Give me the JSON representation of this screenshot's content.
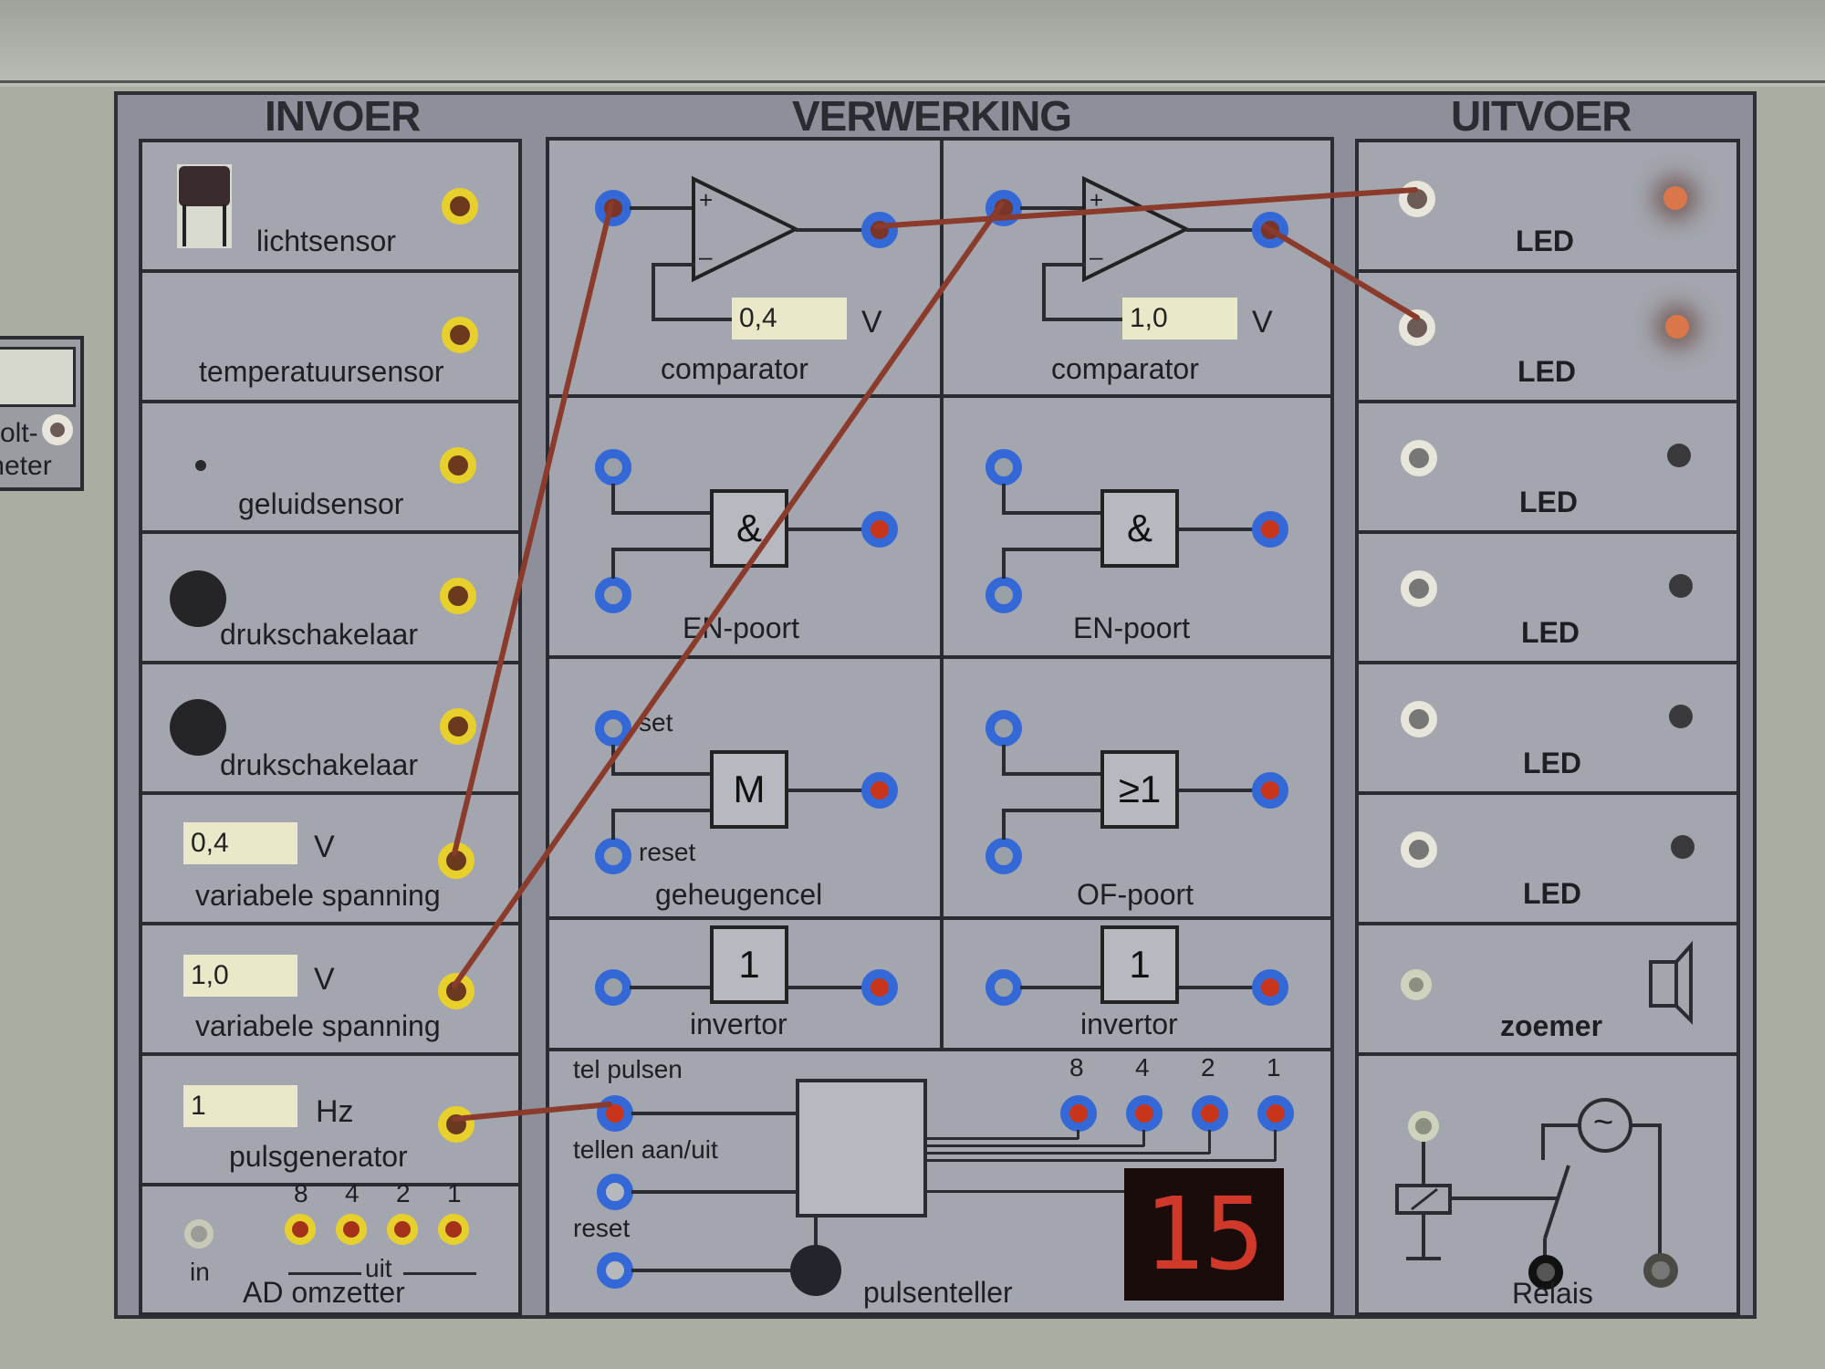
{
  "sections": {
    "input": "INVOER",
    "processing": "VERWERKING",
    "output": "UITVOER"
  },
  "side_meter": {
    "label_line1": "olt-",
    "label_line2": "meter"
  },
  "inputs": [
    {
      "label": "lichtsensor"
    },
    {
      "label": "temperatuursensor"
    },
    {
      "label": "geluidsensor"
    },
    {
      "label": "drukschakelaar"
    },
    {
      "label": "drukschakelaar"
    },
    {
      "label": "variabele spanning",
      "value": "0,4",
      "unit": "V"
    },
    {
      "label": "variabele spanning",
      "value": "1,0",
      "unit": "V"
    },
    {
      "label": "pulsgenerator",
      "value": "1",
      "unit": "Hz"
    }
  ],
  "ad_converter": {
    "label": "AD omzetter",
    "in_label": "in",
    "out_label": "uit",
    "bits": [
      "8",
      "4",
      "2",
      "1"
    ]
  },
  "processing": {
    "comparators": [
      {
        "label": "comparator",
        "value": "0,4",
        "unit": "V",
        "plus": "+",
        "minus": "–"
      },
      {
        "label": "comparator",
        "value": "1,0",
        "unit": "V",
        "plus": "+",
        "minus": "–"
      }
    ],
    "and_gates": [
      {
        "label": "EN-poort",
        "symbol": "&"
      },
      {
        "label": "EN-poort",
        "symbol": "&"
      }
    ],
    "memory": {
      "label": "geheugencel",
      "symbol": "M",
      "set": "set",
      "reset": "reset"
    },
    "or_gate": {
      "label": "OF-poort",
      "symbol": "≥1"
    },
    "inverters": [
      {
        "label": "invertor",
        "symbol": "1"
      },
      {
        "label": "invertor",
        "symbol": "1"
      }
    ],
    "counter": {
      "label": "pulsenteller",
      "count_pulses": "tel pulsen",
      "count_toggle": "tellen aan/uit",
      "reset": "reset",
      "bits": [
        "8",
        "4",
        "2",
        "1"
      ],
      "display": "15"
    }
  },
  "outputs": {
    "leds": [
      {
        "label": "LED",
        "state": "on"
      },
      {
        "label": "LED",
        "state": "on"
      },
      {
        "label": "LED",
        "state": "off"
      },
      {
        "label": "LED",
        "state": "off"
      },
      {
        "label": "LED",
        "state": "off"
      },
      {
        "label": "LED",
        "state": "off"
      }
    ],
    "buzzer": {
      "label": "zoemer"
    },
    "relay": {
      "label": "Relais",
      "ac_symbol": "~"
    }
  },
  "colors": {
    "wire": "#8a3b2c",
    "led_on": "#d9774a",
    "led_off": "#3a3a3c",
    "display_text": "#d0392a"
  }
}
